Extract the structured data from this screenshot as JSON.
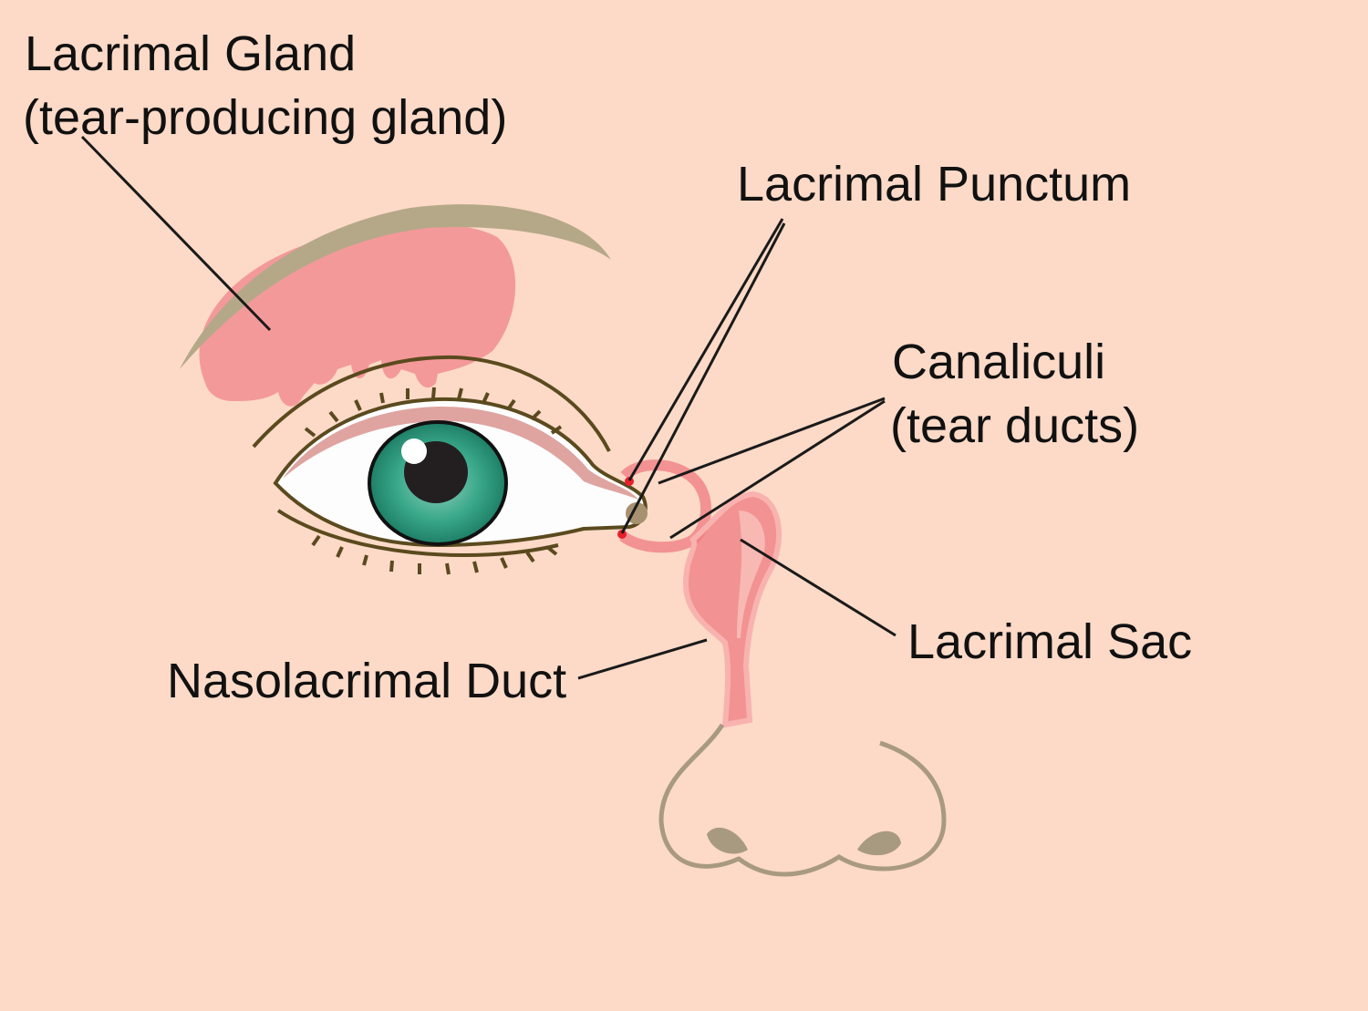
{
  "labels": {
    "lacrimal_gland": "Lacrimal Gland",
    "lacrimal_gland_sub": "(tear-producing gland)",
    "lacrimal_punctum": "Lacrimal Punctum",
    "canaliculi": "Canaliculi",
    "canaliculi_sub": "(tear ducts)",
    "lacrimal_sac": "Lacrimal Sac",
    "nasolacrimal_duct": "Nasolacrimal Duct"
  },
  "colors": {
    "skin": "#fcdac7",
    "gland": "#f4999a",
    "brow": "#b5a888",
    "iris": "#2e9c80",
    "duct": "#f07a80",
    "outline": "#5a4a1e"
  }
}
